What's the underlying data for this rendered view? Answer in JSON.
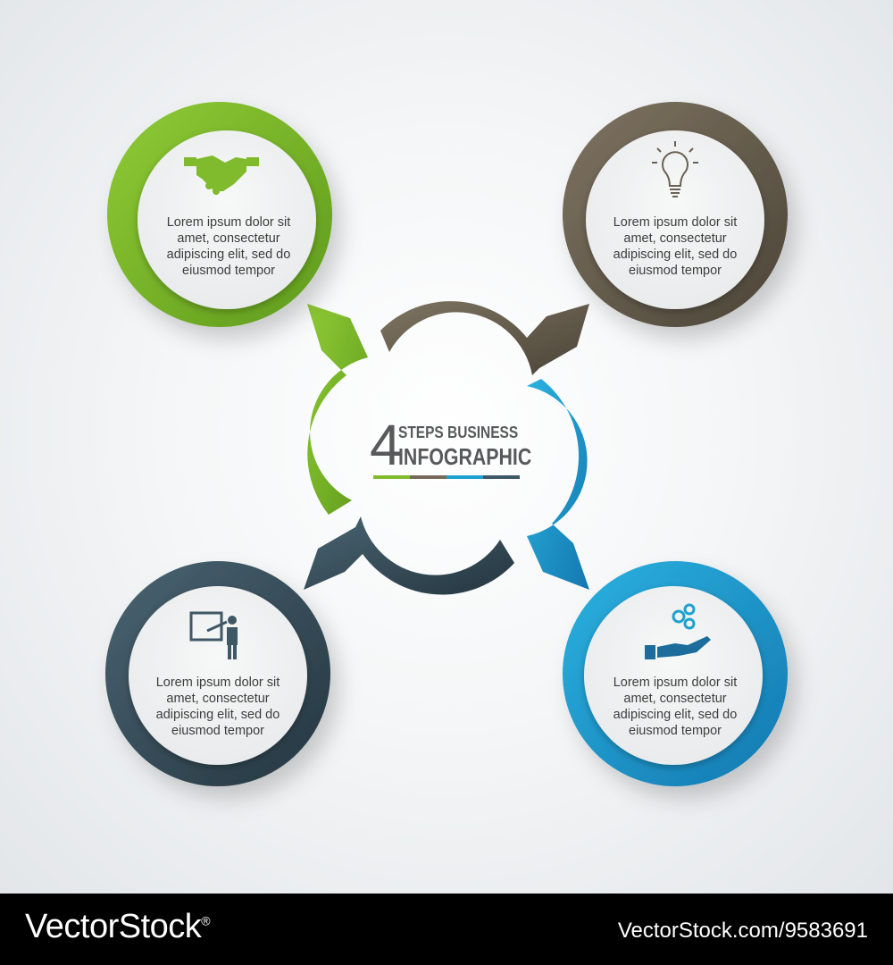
{
  "title": {
    "number": "4",
    "line1": "STEPS BUSINESS",
    "line2": "INFOGRAPHIC"
  },
  "steps": [
    {
      "id": "step-1",
      "icon": "handshake-icon",
      "color": "#7fbb2d",
      "text": [
        "Lorem ipsum dolor sit",
        "amet, consectetur",
        "adipiscing elit, sed do",
        "eiusmod tempor"
      ]
    },
    {
      "id": "step-2",
      "icon": "lightbulb-icon",
      "color": "#766b5a",
      "text": [
        "Lorem ipsum dolor sit",
        "amet, consectetur",
        "adipiscing elit, sed do",
        "eiusmod tempor"
      ]
    },
    {
      "id": "step-3",
      "icon": "gears-in-hand-icon",
      "color": "#1ea1d0",
      "text": [
        "Lorem ipsum dolor sit",
        "amet, consectetur",
        "adipiscing elit, sed do",
        "eiusmod tempor"
      ]
    },
    {
      "id": "step-4",
      "icon": "presenter-at-board-icon",
      "color": "#3f5866",
      "text": [
        "Lorem ipsum dolor sit",
        "amet, consectetur",
        "adipiscing elit, sed do",
        "eiusmod tempor"
      ]
    }
  ],
  "colors": {
    "green": "#7fbb2d",
    "brown": "#766b5a",
    "blue": "#1ea1d0",
    "slate": "#3f5866"
  },
  "footer": {
    "brand": "VectorStock",
    "brand_mark": "®",
    "stock_id": "VectorStock.com/9583691"
  }
}
